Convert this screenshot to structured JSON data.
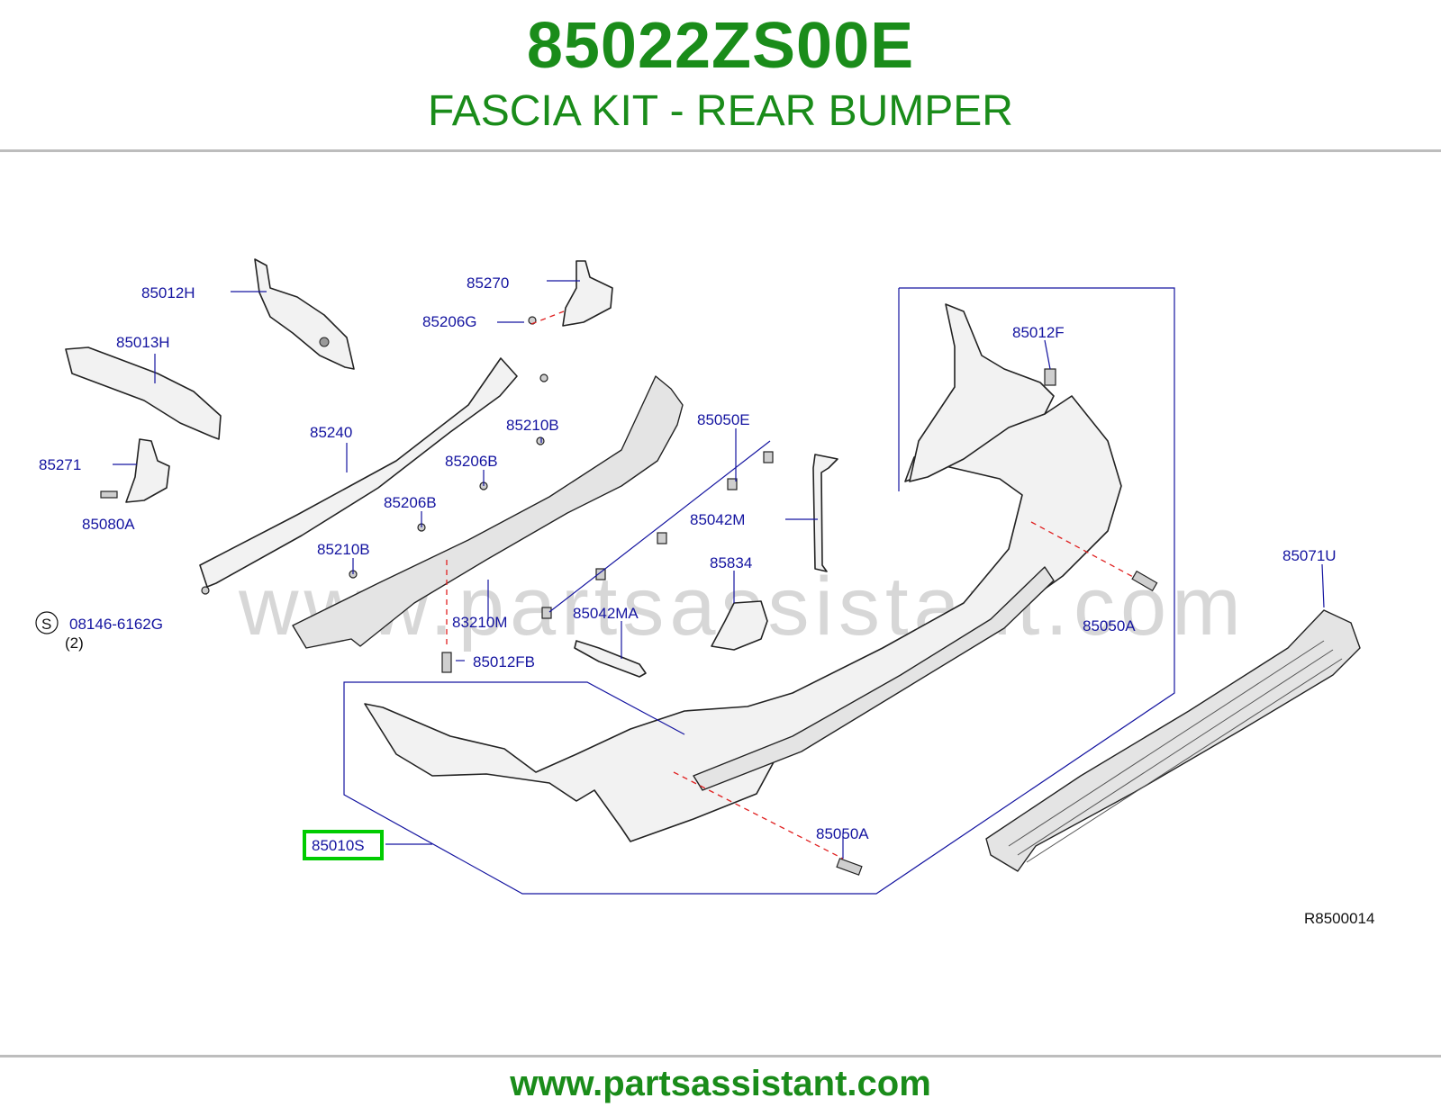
{
  "header": {
    "part_number": "85022ZS00E",
    "part_name": "FASCIA KIT - REAR BUMPER"
  },
  "diagram": {
    "watermark": "www.partsassistant.com",
    "reference_code": "R8500014",
    "labels": {
      "l_85012H": "85012H",
      "l_85270": "85270",
      "l_85206G": "85206G",
      "l_85013H": "85013H",
      "l_85012F": "85012F",
      "l_85240": "85240",
      "l_85210B_top": "85210B",
      "l_85050E": "85050E",
      "l_85271": "85271",
      "l_85206B_top": "85206B",
      "l_85080A": "85080A",
      "l_85206B_mid": "85206B",
      "l_85042M": "85042M",
      "l_85210B_mid": "85210B",
      "l_85834": "85834",
      "l_85071U": "85071U",
      "l_08146": "08146-6162G",
      "l_08146_qty": "(2)",
      "l_08146_prefix": "S",
      "l_83210M": "83210M",
      "l_85042MA": "85042MA",
      "l_85050A_right": "85050A",
      "l_85012FB": "85012FB",
      "l_85050A_bottom": "85050A",
      "l_85010S": "85010S"
    },
    "highlighted_label": "85010S"
  },
  "footer": {
    "url": "www.partsassistant.com"
  }
}
